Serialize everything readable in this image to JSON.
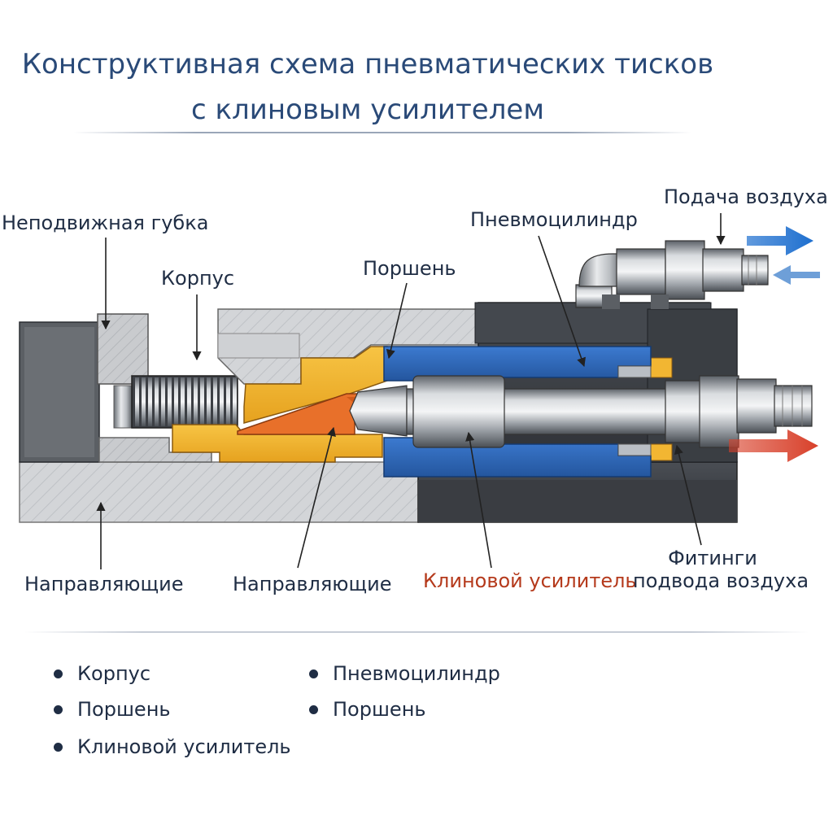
{
  "title": {
    "line1": "Конструктивная схема пневматических тисков",
    "line2": "с клиновым усилителем"
  },
  "labels": {
    "fixed_jaw": "Неподвижная губка",
    "body": "Корпус",
    "piston": "Поршень",
    "pneumocylinder": "Пневмоцилиндр",
    "air_supply": "Подача воздуха",
    "guides_left": "Направляющие",
    "guides_center": "Направляющие",
    "wedge_amplifier": "Клиновой усилитель",
    "fittings_line1": "Фитинги",
    "fittings_line2": "подвода воздуха"
  },
  "legend": {
    "col1": [
      "Корпус",
      "Поршень",
      "Клиновой усилитель"
    ],
    "col2": [
      "Пневмоцилиндр",
      "Поршень"
    ]
  },
  "colors": {
    "title": "#2a4a78",
    "wedge_orange": "#e8702a",
    "yellow_parts": "#f2b632",
    "cylinder_blue": "#2f6cc2",
    "arrow_blue": "#1e6fcf",
    "arrow_red": "#d8402a",
    "wedge_label": "#b53a1c"
  }
}
